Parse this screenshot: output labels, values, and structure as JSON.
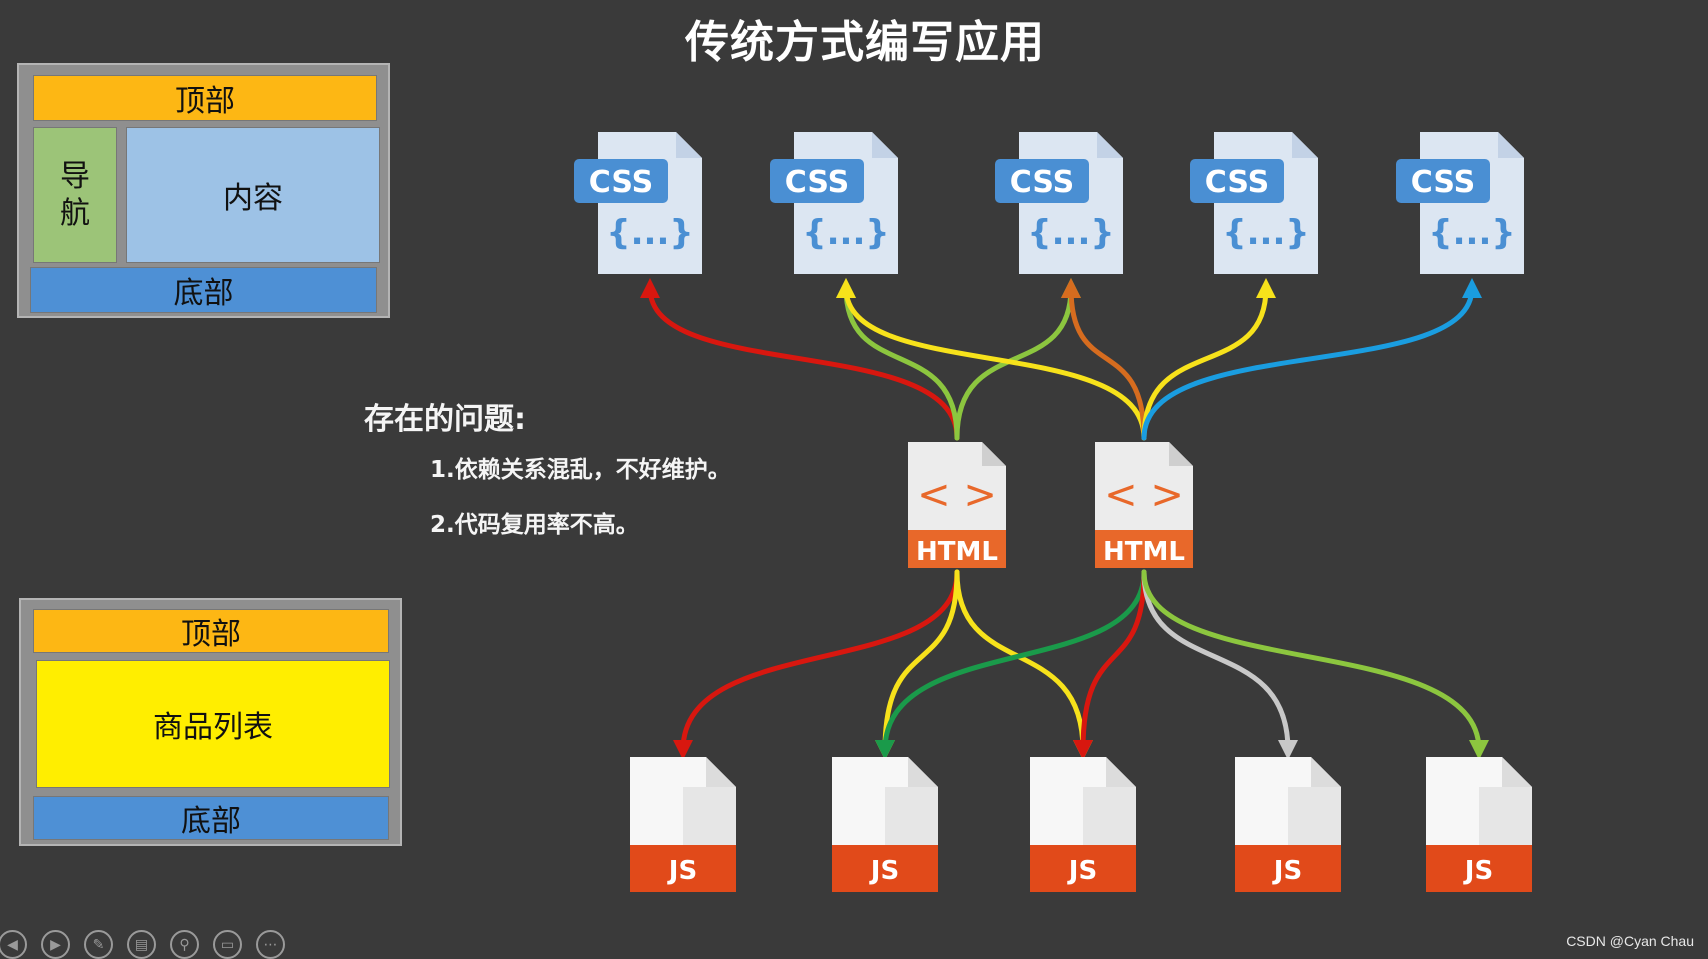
{
  "title": "传统方式编写应用",
  "layout1": {
    "top": "顶部",
    "nav": [
      "导",
      "航"
    ],
    "content": "内容",
    "bottom": "底部"
  },
  "layout2": {
    "top": "顶部",
    "main": "商品列表",
    "bottom": "底部"
  },
  "problems": {
    "heading": "存在的问题:",
    "items": [
      "1.依赖关系混乱，不好维护。",
      "2.代码复用率不高。"
    ]
  },
  "css_files": [
    {
      "label": "CSS",
      "body": "{...}"
    },
    {
      "label": "CSS",
      "body": "{...}"
    },
    {
      "label": "CSS",
      "body": "{...}"
    },
    {
      "label": "CSS",
      "body": "{...}"
    },
    {
      "label": "CSS",
      "body": "{...}"
    }
  ],
  "html_files": [
    {
      "label": "HTML",
      "glyph": "< >"
    },
    {
      "label": "HTML",
      "glyph": "< >"
    }
  ],
  "js_files": [
    {
      "label": "JS"
    },
    {
      "label": "JS"
    },
    {
      "label": "JS"
    },
    {
      "label": "JS"
    },
    {
      "label": "JS"
    }
  ],
  "links": [
    {
      "from": "html-0",
      "to": "css-0",
      "color": "#d8170f"
    },
    {
      "from": "html-0",
      "to": "css-1",
      "color": "#8cc63f"
    },
    {
      "from": "html-0",
      "to": "css-2",
      "color": "#8cc63f"
    },
    {
      "from": "html-1",
      "to": "css-1",
      "color": "#f7e21b"
    },
    {
      "from": "html-1",
      "to": "css-2",
      "color": "#d66c1f"
    },
    {
      "from": "html-1",
      "to": "css-3",
      "color": "#f7e21b"
    },
    {
      "from": "html-1",
      "to": "css-4",
      "color": "#1a9de0"
    },
    {
      "from": "html-0",
      "to": "js-0",
      "color": "#d8170f"
    },
    {
      "from": "html-0",
      "to": "js-1",
      "color": "#f7e21b"
    },
    {
      "from": "html-0",
      "to": "js-2",
      "color": "#f7e21b"
    },
    {
      "from": "html-1",
      "to": "js-1",
      "color": "#1a9a4a"
    },
    {
      "from": "html-1",
      "to": "js-2",
      "color": "#d8170f"
    },
    {
      "from": "html-1",
      "to": "js-3",
      "color": "#c8c8c8"
    },
    {
      "from": "html-1",
      "to": "js-4",
      "color": "#8cc63f"
    }
  ],
  "colors": {
    "css_badge": "#4a8fd3",
    "css_page": "#dce6f2",
    "css_fold": "#c3d2e6",
    "html_badge": "#e8682a",
    "html_page": "#ececec",
    "html_glyph": "#e8682a",
    "js_band": "#e14a1a",
    "js_page": "#f7f7f7",
    "js_fold": "#dcdcdc"
  },
  "toolbar": {
    "icons": [
      "prev-icon",
      "next-icon",
      "pen-icon",
      "layout-icon",
      "zoom-icon",
      "screen-icon",
      "more-icon"
    ],
    "glyphs": [
      "◀",
      "▶",
      "✎",
      "▤",
      "⚲",
      "▭",
      "⋯"
    ]
  },
  "watermark": "CSDN @Cyan Chau"
}
